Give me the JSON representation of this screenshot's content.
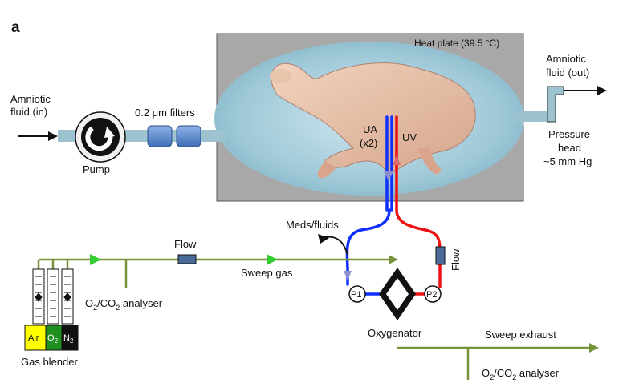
{
  "panel_label": "a",
  "heat_plate_label": "Heat plate (39.5 °C)",
  "amniotic_in": [
    "Amniotic",
    "fluid (in)"
  ],
  "amniotic_out": [
    "Amniotic",
    "fluid (out)"
  ],
  "pump_label": "Pump",
  "filters_label": "0.2 μm filters",
  "pressure_head": [
    "Pressure",
    "head",
    "~5 mm Hg"
  ],
  "ua_label": [
    "UA",
    "(x2)"
  ],
  "uv_label": "UV",
  "meds_label": "Meds/fluids",
  "flow_top_label": "Flow",
  "flow_side_label": "Flow",
  "sweep_gas_label": "Sweep gas",
  "analyser_top": {
    "pre": "O",
    "sub1": "2",
    "mid": "/CO",
    "sub2": "2",
    "post": " analyser"
  },
  "analyser_bottom": {
    "pre": "O",
    "sub1": "2",
    "mid": "/CO",
    "sub2": "2",
    "post": " analyser"
  },
  "p1_label": "P1",
  "p2_label": "P2",
  "oxygenator_label": "Oxygenator",
  "sweep_exhaust_label": "Sweep exhaust",
  "gas_blender_label": "Gas blender",
  "gas_boxes": [
    {
      "label": "Air",
      "sub": "",
      "color": "#ffff00",
      "text_color": "#111111"
    },
    {
      "label": "O",
      "sub": "2",
      "color": "#1f8f1f",
      "text_color": "#ffffff"
    },
    {
      "label": "N",
      "sub": "2",
      "color": "#111111",
      "text_color": "#ffffff"
    }
  ],
  "colors": {
    "gas_line": "#76933c",
    "arterial": "#1030ff",
    "venous": "#ee1111",
    "fluid": "#9cc3cf",
    "plate": "#a9a9a9"
  }
}
